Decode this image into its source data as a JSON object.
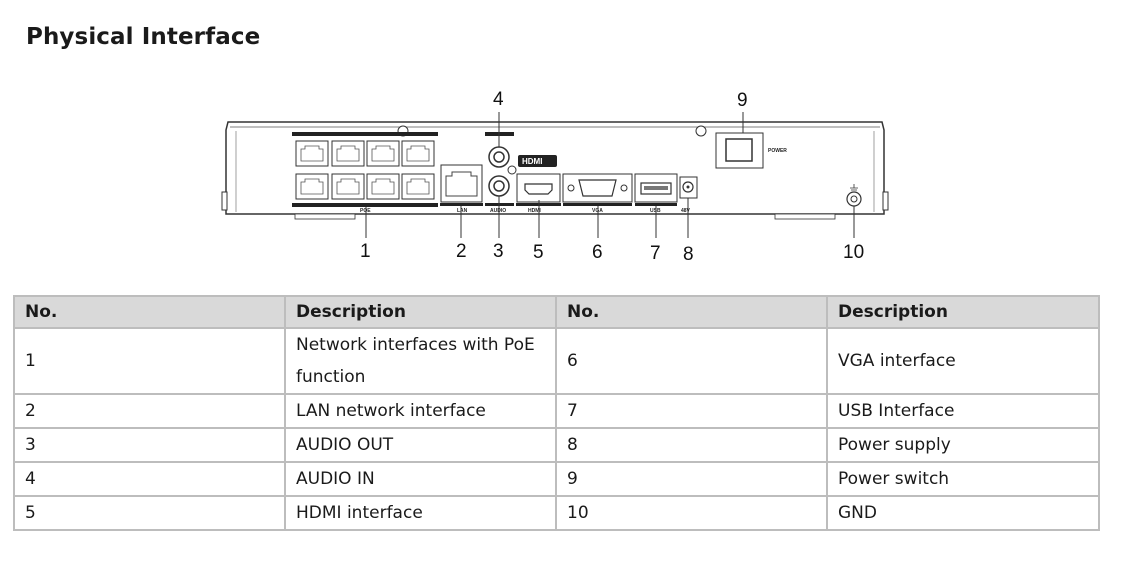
{
  "title": "Physical Interface",
  "callouts": [
    "1",
    "2",
    "3",
    "4",
    "5",
    "6",
    "7",
    "8",
    "9",
    "10"
  ],
  "panel_labels": {
    "poe": "POE",
    "lan": "LAN",
    "audio": "AUDIO",
    "hdmi": "HDMI",
    "vga": "VGA",
    "usb": "USB",
    "power_in": "48V",
    "power_switch": "POWER"
  },
  "table": {
    "headers": [
      "No.",
      "Description",
      "No.",
      "Description"
    ],
    "rows": [
      [
        "1",
        "Network interfaces with PoE function",
        "6",
        "VGA interface"
      ],
      [
        "2",
        "LAN network interface",
        "7",
        "USB Interface"
      ],
      [
        "3",
        "AUDIO OUT",
        "8",
        "Power supply"
      ],
      [
        "4",
        "AUDIO IN",
        "9",
        "Power switch"
      ],
      [
        "5",
        "HDMI interface",
        "10",
        "GND"
      ]
    ]
  }
}
